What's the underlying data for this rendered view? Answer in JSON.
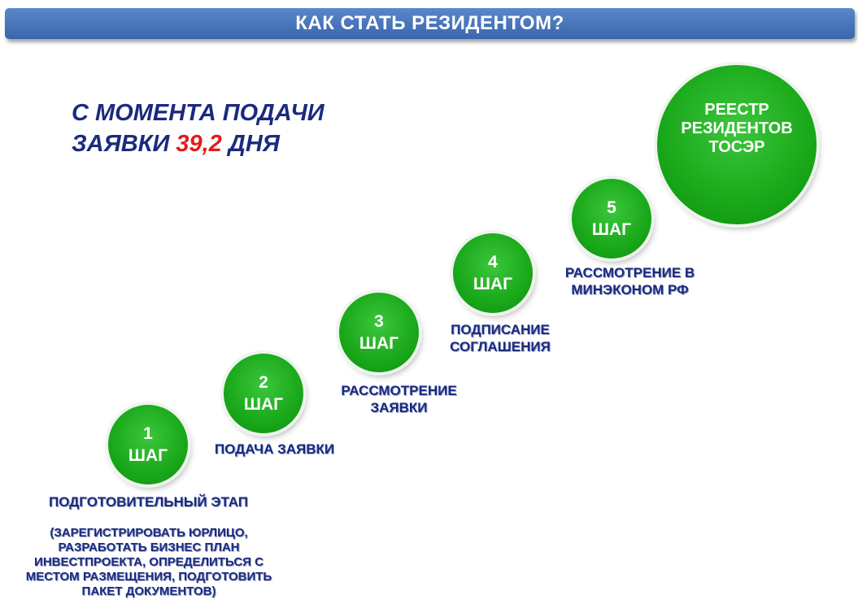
{
  "title": "КАК СТАТЬ РЕЗИДЕНТОМ?",
  "intro": {
    "line1": "С МОМЕНТА ПОДАЧИ",
    "line2_prefix": "ЗАЯВКИ ",
    "days": "39,2",
    "line2_suffix": " ДНЯ"
  },
  "steps": [
    {
      "number": "1",
      "word": "ШАГ",
      "label": "ПОДГОТОВИТЕЛЬНЫЙ ЭТАП",
      "note": "(ЗАРЕГИСТРИРОВАТЬ ЮРЛИЦО, РАЗРАБОТАТЬ БИЗНЕС ПЛАН ИНВЕСТПРОЕКТА, ОПРЕДЕЛИТЬСЯ С МЕСТОМ РАЗМЕЩЕНИЯ, ПОДГОТОВИТЬ ПАКЕТ ДОКУМЕНТОВ)"
    },
    {
      "number": "2",
      "word": "ШАГ",
      "label": "ПОДАЧА ЗАЯВКИ"
    },
    {
      "number": "3",
      "word": "ШАГ",
      "label": "РАССМОТРЕНИЕ ЗАЯВКИ"
    },
    {
      "number": "4",
      "word": "ШАГ",
      "label": "ПОДПИСАНИЕ СОГЛАШЕНИЯ"
    },
    {
      "number": "5",
      "word": "ШАГ",
      "label": "РАССМОТРЕНИЕ В МИНЭКОНОМ РФ"
    }
  ],
  "final": "РЕЕСТР РЕЗИДЕНТОВ ТОСЭР",
  "colors": {
    "banner": "#4573b8",
    "step": "#19a819",
    "text": "#1b2a7e",
    "highlight": "#e21b1b"
  }
}
